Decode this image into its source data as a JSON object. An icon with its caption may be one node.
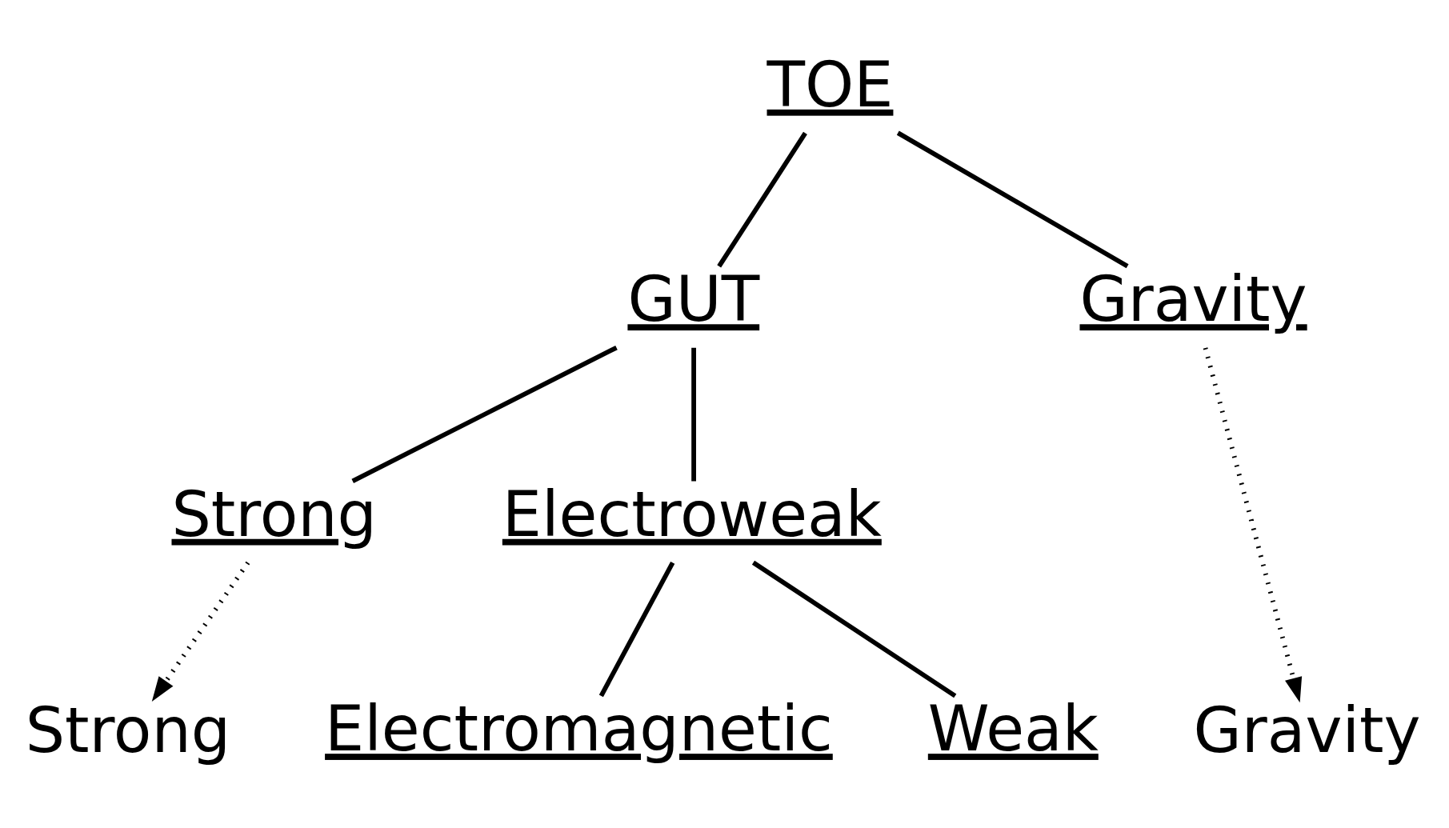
{
  "diagram": {
    "nodes": [
      {
        "text": [
          "TOE"
        ]
      },
      {
        "text": [
          "GUT"
        ]
      },
      {
        "text": [
          "Gravity"
        ]
      },
      {
        "text": [
          "Strong"
        ]
      },
      {
        "text": [
          "Electroweak"
        ]
      },
      {
        "text": [
          "Strong"
        ]
      },
      {
        "text": [
          "Electromagnetic"
        ]
      },
      {
        "text": [
          "Weak"
        ]
      },
      {
        "text": [
          "Gravity"
        ]
      }
    ],
    "edges": [
      {
        "from": 0,
        "to": 1,
        "arrow": "none"
      },
      {
        "from": 0,
        "to": 2,
        "arrow": "none"
      },
      {
        "from": 1,
        "to": 3,
        "arrow": "none"
      },
      {
        "from": 1,
        "to": 4,
        "arrow": "none"
      },
      {
        "from": 4,
        "to": 6,
        "arrow": "none"
      },
      {
        "from": 4,
        "to": 7,
        "arrow": "none"
      },
      {
        "from": 3,
        "to": 5,
        "arrow": "to",
        "style": "dashed"
      },
      {
        "from": 2,
        "to": 8,
        "arrow": "to",
        "style": "dashed"
      }
    ]
  }
}
